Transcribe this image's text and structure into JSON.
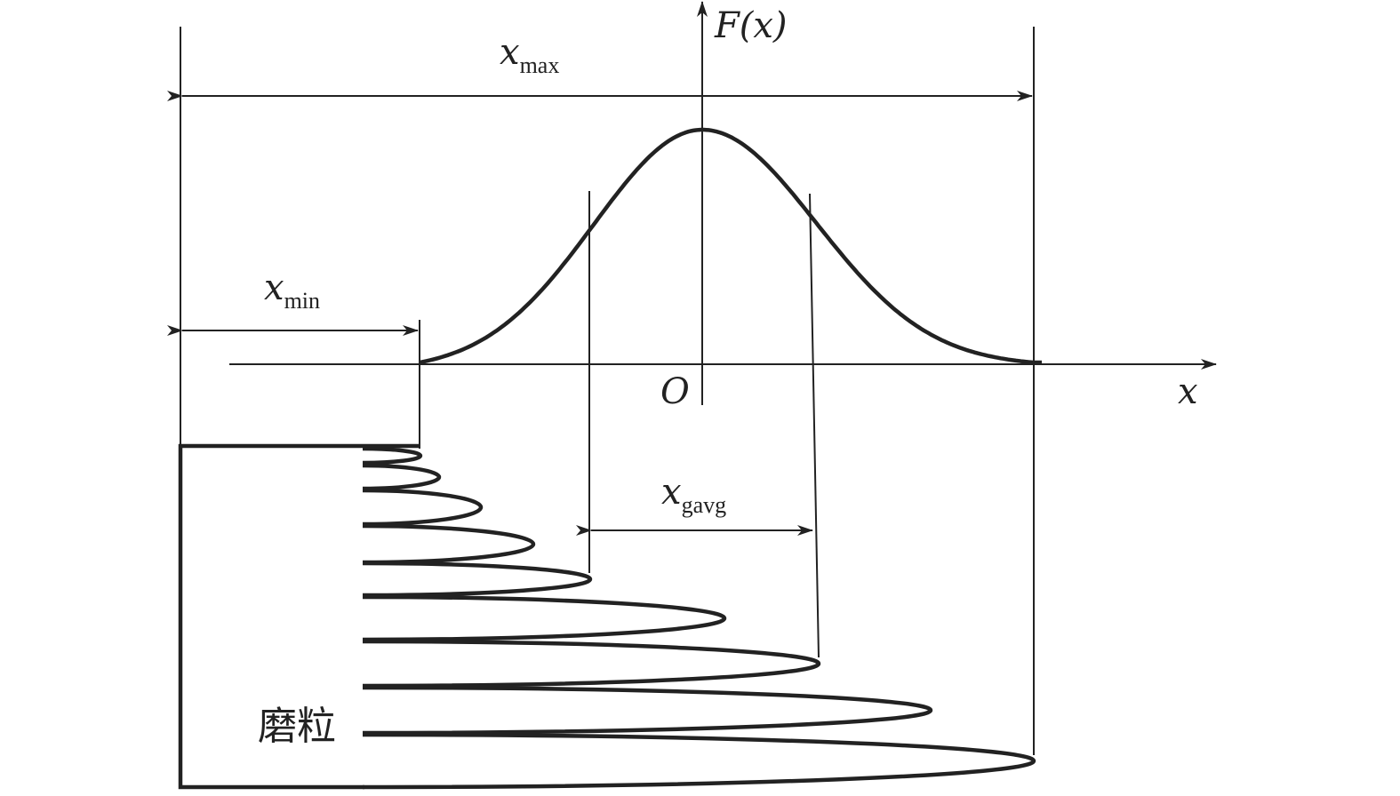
{
  "labels": {
    "fx_main": "F",
    "fx_paren": "(x)",
    "x_axis": "x",
    "origin": "O",
    "xmax_main": "x",
    "xmax_sub": "max",
    "xmin_main": "x",
    "xmin_sub": "min",
    "xgavg_main": "x",
    "xgavg_sub": "gavg",
    "grain": "磨粒"
  },
  "colors": {
    "ink": "#222222",
    "background": "#ffffff"
  }
}
